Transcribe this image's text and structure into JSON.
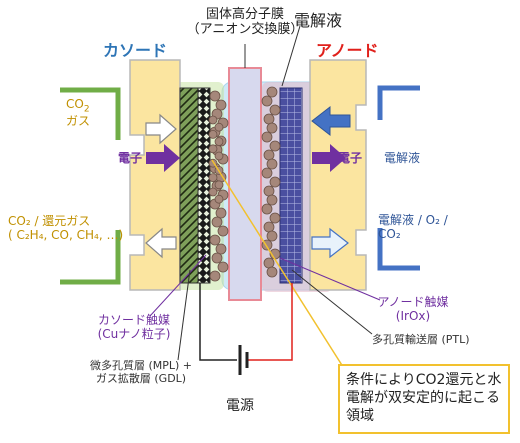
{
  "labels": {
    "membrane_title_1": "固体高分子膜",
    "membrane_title_2": "（アニオン交換膜）",
    "electrolyte_title": "電解液",
    "cathode": "カソード",
    "anode": "アノード",
    "co2_gas_1": "CO",
    "co2_gas_sub": "2",
    "co2_gas_2": "ガス",
    "electron_left": "電子",
    "electron_right": "電子",
    "electrolyte_in": "電解液",
    "products_line1": "CO₂ / 還元ガス",
    "products_line2": "( C₂H₄, CO, CH₄, …)",
    "electrolyte_out_line1": "電解液 / O₂ /",
    "electrolyte_out_line2": "CO₂",
    "anode_catalyst_1": "アノード触媒",
    "anode_catalyst_2": "(IrOx)",
    "ptl": "多孔質輸送層 (PTL)",
    "cathode_catalyst_1": "カソード触媒",
    "cathode_catalyst_2": "(Cuナノ粒子)",
    "mpl_gdl_1": "微多孔質層 (MPL) +",
    "mpl_gdl_2": "ガス拡散層 (GDL)",
    "power_source": "電源"
  },
  "note": {
    "text": "条件によりCO2還元と水電解が双安定的に起こる領域"
  },
  "colors": {
    "cathode_label": "#2e75b6",
    "anode_label": "#e0201b",
    "plate": "#fbe5a0",
    "plate_stroke": "#b8b8b8",
    "gas_line": "#70ad47",
    "electrolyte_line": "#4472c4",
    "electrolyte_region": "#cfe9f7",
    "membrane": "#d7d9ee",
    "membrane_stroke": "#e88a96",
    "electron_arrow": "#7030a0",
    "particle": "#a5877a",
    "catalyst_label": "#7030a0",
    "product_label": "#c09000",
    "wire_cathode": "#222222",
    "wire_anode": "#e0201b",
    "note_border": "#f2c12e"
  }
}
